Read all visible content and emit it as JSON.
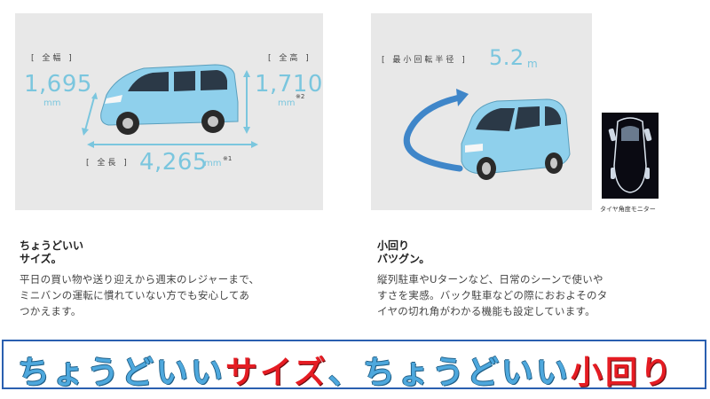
{
  "left_panel": {
    "width_label": "[ 全幅 ]",
    "width_value": "1,695",
    "width_unit": "mm",
    "height_label": "[ 全高 ]",
    "height_value": "1,710",
    "height_unit": "mm",
    "height_note": "※2",
    "length_label": "[ 全長 ]",
    "length_value": "4,265",
    "length_unit": "mm",
    "length_note": "※1"
  },
  "right_panel": {
    "radius_label": "[ 最小回転半径 ]",
    "radius_value": "5.2",
    "radius_unit": "m",
    "tire_caption": "タイヤ角度モニター"
  },
  "left_text": {
    "heading_line1": "ちょうどいい",
    "heading_line2": "サイズ。",
    "body_line1": "平日の買い物や送り迎えから週末のレジャーまで、",
    "body_line2": "ミニバンの運転に慣れていない方でも安心してあ",
    "body_line3": "つかえます。"
  },
  "right_text": {
    "heading_line1": "小回り",
    "heading_line2": "バツグン。",
    "body_line1": "縦列駐車やUターンなど、日常のシーンで使いや",
    "body_line2": "すさを実感。バック駐車などの際におおよそのタ",
    "body_line3": "イヤの切れ角がわかる機能も設定しています。"
  },
  "banner": {
    "part1": "ちょうどいい",
    "part2": "サイズ",
    "part3": "、ちょうどいい",
    "part4": "小回り"
  },
  "colors": {
    "accent_blue": "#7bc6de",
    "banner_blue": "#4ea8dd",
    "banner_red": "#e51c23",
    "panel_bg": "#e8e8e8"
  }
}
